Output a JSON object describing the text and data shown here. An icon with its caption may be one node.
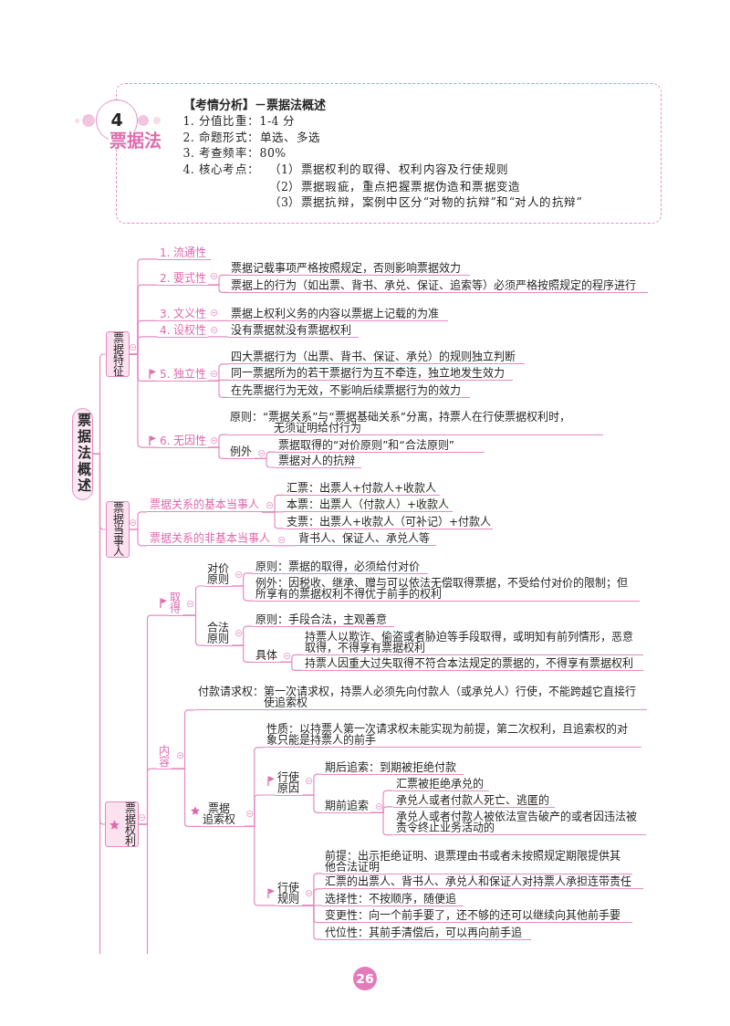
{
  "diagram": {
    "nodes": [
      {
        "text": [
          "4",
          "票据法"
        ]
      },
      {
        "text": [
          "【考情分析】－票据法概述",
          "1. 分值比重：1-4 分",
          "2. 命题形式：单选、多选",
          "3. 考查频率：80%",
          "4. 核心考点：",
          "（1）票据权利的取得、权利内容及行使规则",
          "（2）票据瑕疵，重点把握票据伪造和票据变造",
          "（3）票据抗辩，案例中区分“对物的抗辩”和“对人的抗辩”"
        ]
      },
      {
        "text": [
          "票据法概述"
        ]
      },
      {
        "text": [
          "票据特征"
        ]
      },
      {
        "text": [
          "1. 流通性"
        ]
      },
      {
        "text": [
          "2. 要式性"
        ]
      },
      {
        "text": [
          "票据记载事项严格按照规定，否则影响票据效力"
        ]
      },
      {
        "text": [
          "票据上的行为（如出票、背书、承兑、保证、追索等）必须严格按照规定的程序进行"
        ]
      },
      {
        "text": [
          "3. 文义性"
        ]
      },
      {
        "text": [
          "票据上权利义务的内容以票据上记载的为准"
        ]
      },
      {
        "text": [
          "4. 设权性"
        ]
      },
      {
        "text": [
          "没有票据就没有票据权利"
        ]
      },
      {
        "text": [
          "5. 独立性"
        ]
      },
      {
        "text": [
          "四大票据行为（出票、背书、保证、承兑）的规则独立判断"
        ]
      },
      {
        "text": [
          "同一票据所为的若干票据行为互不牵连，独立地发生效力"
        ]
      },
      {
        "text": [
          "在先票据行为无效，不影响后续票据行为的效力"
        ]
      },
      {
        "text": [
          "6. 无因性"
        ]
      },
      {
        "text": [
          "原则：“票据关系”与“票据基础关系”分离，持票人在行使票据权利时，无须证明给付行为"
        ]
      },
      {
        "text": [
          "例外"
        ]
      },
      {
        "text": [
          "票据取得的“对价原则”和“合法原则”"
        ]
      },
      {
        "text": [
          "票据对人的抗辩"
        ]
      },
      {
        "text": [
          "票据当事人"
        ]
      },
      {
        "text": [
          "票据关系的基本当事人"
        ]
      },
      {
        "text": [
          "汇票：出票人+付款人+收款人"
        ]
      },
      {
        "text": [
          "本票：出票人（付款人）+收款人"
        ]
      },
      {
        "text": [
          "支票：出票人+收款人（可补记）+付款人"
        ]
      },
      {
        "text": [
          "票据关系的非基本当事人"
        ]
      },
      {
        "text": [
          "背书人、保证人、承兑人等"
        ]
      },
      {
        "text": [
          "票据权利"
        ]
      },
      {
        "text": [
          "取得"
        ]
      },
      {
        "text": [
          "对价原则"
        ]
      },
      {
        "text": [
          "原则：票据的取得，必须给付对价"
        ]
      },
      {
        "text": [
          "例外：因税收、继承、赠与可以依法无偿取得票据，不受给付对价的限制；但所享有的票据权利不得优于前手的权利"
        ]
      },
      {
        "text": [
          "合法原则"
        ]
      },
      {
        "text": [
          "原则：手段合法，主观善意"
        ]
      },
      {
        "text": [
          "具体"
        ]
      },
      {
        "text": [
          "持票人以欺诈、偷盗或者胁迫等手段取得，或明知有前列情形，恶意取得，不得享有票据权利"
        ]
      },
      {
        "text": [
          "持票人因重大过失取得不符合本法规定的票据的，不得享有票据权利"
        ]
      },
      {
        "text": [
          "内容"
        ]
      },
      {
        "text": [
          "付款请求权：第一次请求权，持票人必须先向付款人（或承兑人）行使，不能跨越它直接行使追索权"
        ]
      },
      {
        "text": [
          "票据追索权"
        ]
      },
      {
        "text": [
          "性质：以持票人第一次请求权未能实现为前提，第二次权利，且追索权的对象只能是持票人的前手"
        ]
      },
      {
        "text": [
          "行使原因"
        ]
      },
      {
        "text": [
          "期后追索：到期被拒绝付款"
        ]
      },
      {
        "text": [
          "期前追索"
        ]
      },
      {
        "text": [
          "汇票被拒绝承兑的"
        ]
      },
      {
        "text": [
          "承兑人或者付款人死亡、逃匿的"
        ]
      },
      {
        "text": [
          "承兑人或者付款人被依法宣告破产的或者因违法被责令终止业务活动的"
        ]
      },
      {
        "text": [
          "行使规则"
        ]
      },
      {
        "text": [
          "前提：出示拒绝证明、退票理由书或者未按照规定期限提供其他合法证明"
        ]
      },
      {
        "text": [
          "汇票的出票人、背书人、承兑人和保证人对持票人承担连带责任"
        ]
      },
      {
        "text": [
          "选择性：不按顺序，随便追"
        ]
      },
      {
        "text": [
          "变更性：向一个前手要了，还不够的还可以继续向其他前手要"
        ]
      },
      {
        "text": [
          "代位性：其前手清偿后，可以再向前手追"
        ]
      },
      {
        "text": [
          "26"
        ]
      }
    ],
    "edges": [
      {
        "from": 2,
        "to": 3,
        "arrow": "none"
      },
      {
        "from": 2,
        "to": 21,
        "arrow": "none"
      },
      {
        "from": 2,
        "to": 28,
        "arrow": "none"
      },
      {
        "from": 2,
        "to": null,
        "arrow": "none"
      },
      {
        "from": 3,
        "to": 4,
        "arrow": "none"
      },
      {
        "from": 3,
        "to": 5,
        "arrow": "none"
      },
      {
        "from": 5,
        "to": 6,
        "arrow": "none"
      },
      {
        "from": 5,
        "to": 7,
        "arrow": "none"
      },
      {
        "from": 3,
        "to": 8,
        "arrow": "none"
      },
      {
        "from": 8,
        "to": 9,
        "arrow": "none"
      },
      {
        "from": 3,
        "to": 10,
        "arrow": "none"
      },
      {
        "from": 10,
        "to": 11,
        "arrow": "none"
      },
      {
        "from": 3,
        "to": 12,
        "arrow": "none"
      },
      {
        "from": 12,
        "to": 13,
        "arrow": "none"
      },
      {
        "from": 12,
        "to": 14,
        "arrow": "none"
      },
      {
        "from": 12,
        "to": 15,
        "arrow": "none"
      },
      {
        "from": 3,
        "to": 16,
        "arrow": "none"
      },
      {
        "from": 16,
        "to": 17,
        "arrow": "none"
      },
      {
        "from": 16,
        "to": 18,
        "arrow": "none"
      },
      {
        "from": 18,
        "to": 19,
        "arrow": "none"
      },
      {
        "from": 18,
        "to": 20,
        "arrow": "none"
      },
      {
        "from": 21,
        "to": 22,
        "arrow": "none"
      },
      {
        "from": 22,
        "to": 23,
        "arrow": "none"
      },
      {
        "from": 22,
        "to": 24,
        "arrow": "none"
      },
      {
        "from": 22,
        "to": 25,
        "arrow": "none"
      },
      {
        "from": 21,
        "to": 26,
        "arrow": "none"
      },
      {
        "from": 26,
        "to": 27,
        "arrow": "none"
      },
      {
        "from": 28,
        "to": 29,
        "arrow": "none"
      },
      {
        "from": 29,
        "to": 30,
        "arrow": "none"
      },
      {
        "from": 30,
        "to": 31,
        "arrow": "none"
      },
      {
        "from": 30,
        "to": 32,
        "arrow": "none"
      },
      {
        "from": 29,
        "to": 33,
        "arrow": "none"
      },
      {
        "from": 33,
        "to": 34,
        "arrow": "none"
      },
      {
        "from": 33,
        "to": 35,
        "arrow": "none"
      },
      {
        "from": 35,
        "to": 36,
        "arrow": "none"
      },
      {
        "from": 35,
        "to": 37,
        "arrow": "none"
      },
      {
        "from": 28,
        "to": 38,
        "arrow": "none"
      },
      {
        "from": 38,
        "to": 39,
        "arrow": "none"
      },
      {
        "from": 38,
        "to": 40,
        "arrow": "none"
      },
      {
        "from": 40,
        "to": 41,
        "arrow": "none"
      },
      {
        "from": 40,
        "to": 42,
        "arrow": "none"
      },
      {
        "from": 42,
        "to": 43,
        "arrow": "none"
      },
      {
        "from": 42,
        "to": 44,
        "arrow": "none"
      },
      {
        "from": 44,
        "to": 45,
        "arrow": "none"
      },
      {
        "from": 44,
        "to": 46,
        "arrow": "none"
      },
      {
        "from": 44,
        "to": 47,
        "arrow": "none"
      },
      {
        "from": 40,
        "to": 48,
        "arrow": "none"
      },
      {
        "from": 48,
        "to": 49,
        "arrow": "none"
      },
      {
        "from": 48,
        "to": 50,
        "arrow": "none"
      },
      {
        "from": 48,
        "to": 51,
        "arrow": "none"
      },
      {
        "from": 48,
        "to": 52,
        "arrow": "none"
      },
      {
        "from": 48,
        "to": 53,
        "arrow": "none"
      },
      {
        "from": 28,
        "to": null,
        "arrow": "none"
      }
    ]
  }
}
